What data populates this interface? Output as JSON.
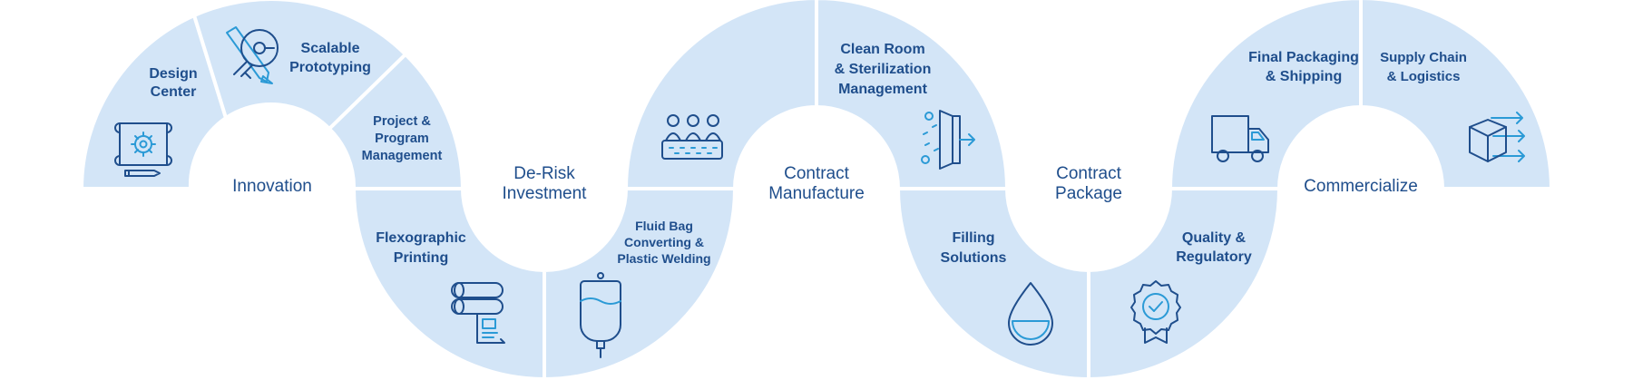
{
  "stages": [
    {
      "id": "innovation",
      "lines": [
        "Innovation"
      ]
    },
    {
      "id": "derisk",
      "lines": [
        "De-Risk",
        "Investment"
      ]
    },
    {
      "id": "manufacture",
      "lines": [
        "Contract",
        "Manufacture"
      ]
    },
    {
      "id": "package",
      "lines": [
        "Contract",
        "Package"
      ]
    },
    {
      "id": "commercialize",
      "lines": [
        "Commercialize"
      ]
    }
  ],
  "services": [
    {
      "id": "design-center",
      "lines": [
        "Design",
        "Center"
      ],
      "icon": "blueprint-gear-icon"
    },
    {
      "id": "scalable-prototyping",
      "lines": [
        "Scalable",
        "Prototyping"
      ],
      "icon": "lightbulb-pencil-icon"
    },
    {
      "id": "project-program-management",
      "lines": [
        "Project &",
        "Program",
        "Management"
      ],
      "icon": ""
    },
    {
      "id": "flexographic-printing",
      "lines": [
        "Flexographic",
        "Printing"
      ],
      "icon": "printing-rollers-icon"
    },
    {
      "id": "fluid-bag-converting",
      "lines": [
        "Fluid Bag",
        "Converting &",
        "Plastic Welding"
      ],
      "icon": "iv-bag-icon"
    },
    {
      "id": "cleanroom-team",
      "lines": [],
      "icon": "cleanroom-workers-icon"
    },
    {
      "id": "clean-room-sterilization",
      "lines": [
        "Clean Room",
        "& Sterilization",
        "Management"
      ],
      "icon": "sterilization-door-icon"
    },
    {
      "id": "filling-solutions",
      "lines": [
        "Filling",
        "Solutions"
      ],
      "icon": "liquid-drop-icon"
    },
    {
      "id": "quality-regulatory",
      "lines": [
        "Quality &",
        "Regulatory"
      ],
      "icon": "certified-badge-icon"
    },
    {
      "id": "final-packaging-shipping",
      "lines": [
        "Final Packaging",
        "& Shipping"
      ],
      "icon": "delivery-truck-icon"
    },
    {
      "id": "supply-chain-logistics",
      "lines": [
        "Supply Chain",
        "& Logistics"
      ],
      "icon": "package-arrows-icon"
    }
  ],
  "colors": {
    "segment": "#d3e5f7",
    "text": "#1f4e8c",
    "accent": "#2b9ad6",
    "divider": "#ffffff"
  }
}
